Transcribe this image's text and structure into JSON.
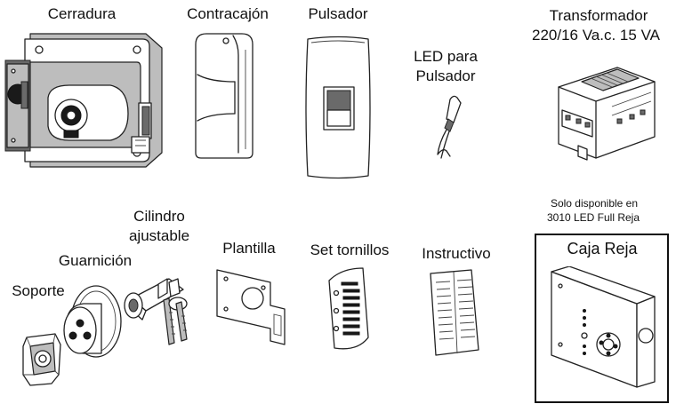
{
  "items": {
    "cerradura": "Cerradura",
    "contracajon": "Contracajón",
    "pulsador": "Pulsador",
    "led_line1": "LED para",
    "led_line2": "Pulsador",
    "transformador_line1": "Transformador",
    "transformador_line2": "220/16 Va.c. 15 VA",
    "cilindro_line1": "Cilindro",
    "cilindro_line2": "ajustable",
    "guarnicion": "Guarnición",
    "soporte": "Soporte",
    "plantilla": "Plantilla",
    "set_tornillos": "Set tornillos",
    "instructivo": "Instructivo",
    "note_line1": "Solo disponible en",
    "note_line2": "3010 LED Full Reja",
    "caja_reja": "Caja Reja"
  }
}
